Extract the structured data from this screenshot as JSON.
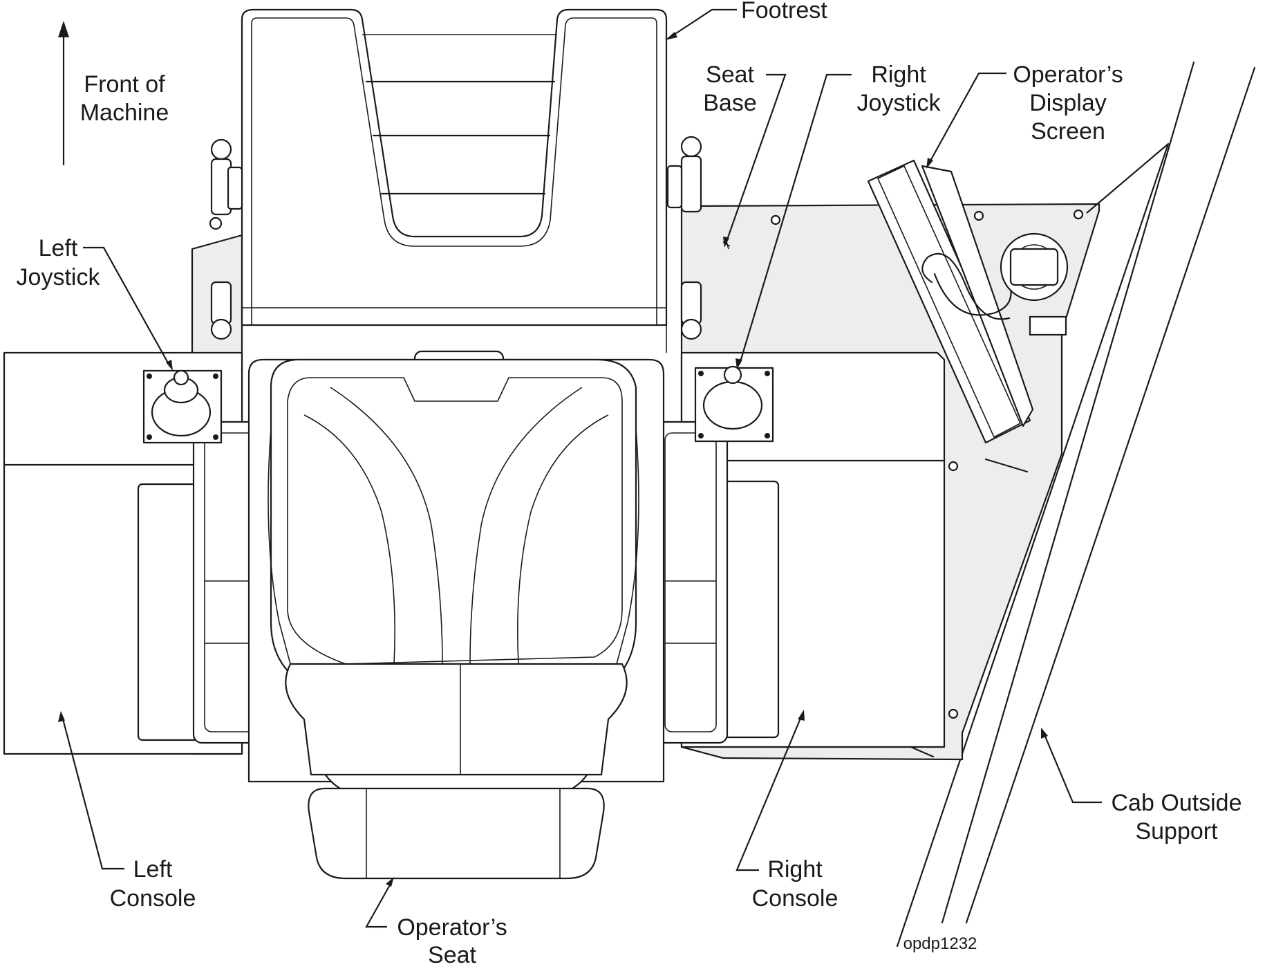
{
  "diagram": {
    "labels": {
      "front_of_machine": [
        "Front of",
        "Machine"
      ],
      "footrest": [
        "Footrest"
      ],
      "seat_base": [
        "Seat",
        "Base"
      ],
      "right_joystick": [
        "Right",
        "Joystick"
      ],
      "operators_display_screen": [
        "Operator’s",
        "Display",
        "Screen"
      ],
      "left_joystick": [
        "Left",
        "Joystick"
      ],
      "cab_outside_support": [
        "Cab Outside",
        "Support"
      ],
      "left_console": [
        "Left",
        "Console"
      ],
      "right_console": [
        "Right",
        "Console"
      ],
      "operators_seat": [
        "Operator’s",
        "Seat"
      ]
    },
    "figure_id": "opdp1232"
  },
  "colors": {
    "line": "#1a1a1a",
    "panel_fill": "#eceded",
    "background": "#ffffff"
  }
}
